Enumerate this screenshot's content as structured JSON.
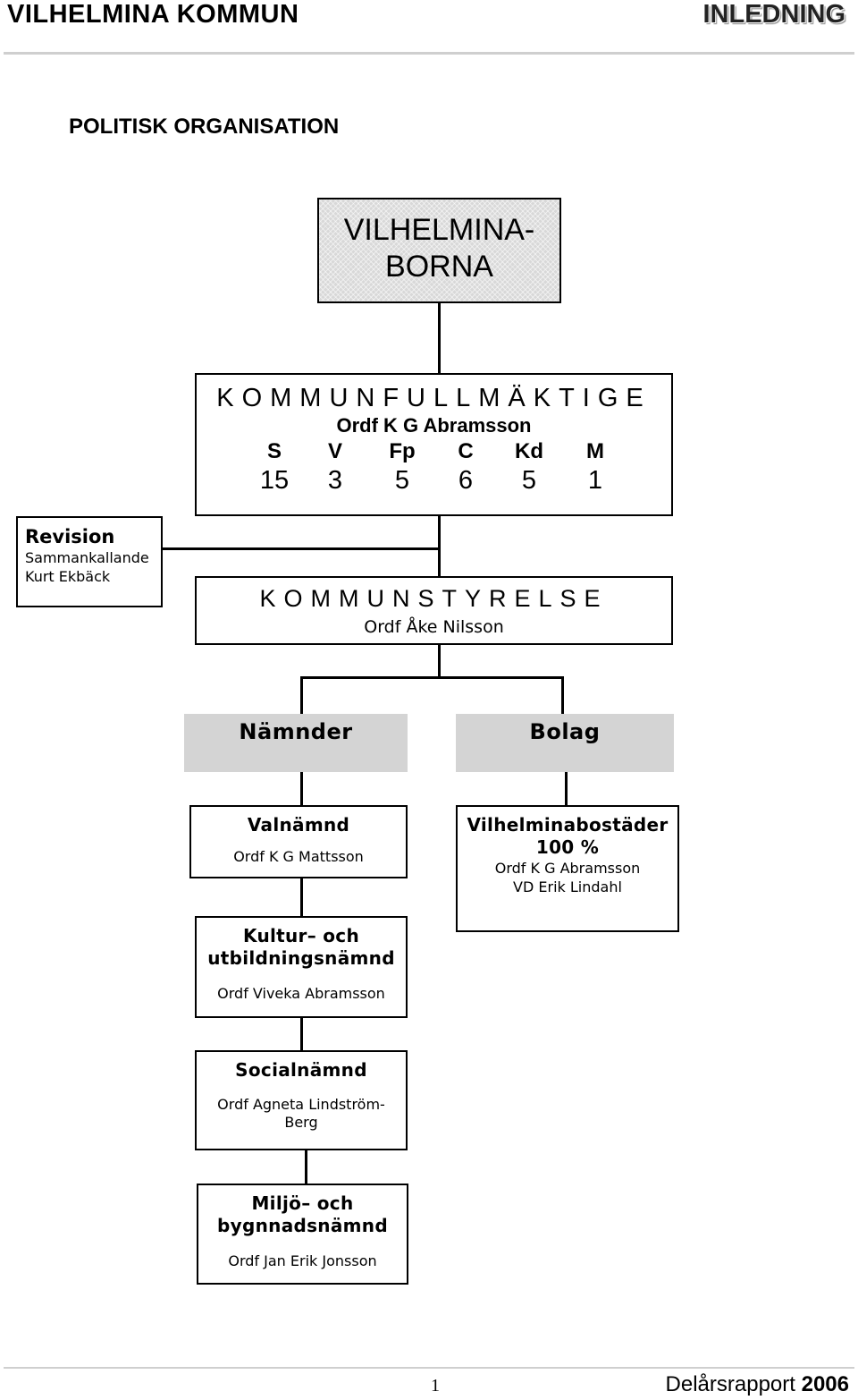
{
  "header": {
    "left": "VILHELMINA KOMMUN",
    "right": "INLEDNING"
  },
  "section_title": "POLITISK ORGANISATION",
  "chart": {
    "root": {
      "line1": "VILHELMINA-",
      "line2": "BORNA"
    },
    "fullmaktige": {
      "title": "KOMMUNFULLMÄKTIGE",
      "chair": "Ordf K G Abramsson",
      "parties": [
        {
          "name": "S",
          "seats": "15"
        },
        {
          "name": "V",
          "seats": "3"
        },
        {
          "name": "Fp",
          "seats": "5"
        },
        {
          "name": "C",
          "seats": "6"
        },
        {
          "name": "Kd",
          "seats": "5"
        },
        {
          "name": "M",
          "seats": "1"
        }
      ]
    },
    "revision": {
      "title": "Revision",
      "line1": "Sammankallande",
      "line2": "Kurt Ekbäck"
    },
    "styrelse": {
      "title": "KOMMUNSTYRELSE",
      "chair": "Ordf Åke Nilsson"
    },
    "namnder_label": "Nämnder",
    "bolag_label": "Bolag",
    "valnamnd": {
      "title": "Valnämnd",
      "chair": "Ordf K G Mattsson"
    },
    "kultur": {
      "title_line1": "Kultur– och",
      "title_line2": "utbildningsnämnd",
      "chair": "Ordf Viveka Abramsson"
    },
    "social": {
      "title": "Socialnämnd",
      "chair_line1": "Ordf Agneta Lindström-",
      "chair_line2": "Berg"
    },
    "miljo": {
      "title_line1": "Miljö– och",
      "title_line2": "bygnnadsnämnd",
      "chair": "Ordf Jan Erik Jonsson"
    },
    "bostader": {
      "title": "Vilhelminabostäder",
      "share": "100 %",
      "chair": "Ordf K G Abramsson",
      "ceo": "VD Erik Lindahl"
    }
  },
  "footer": {
    "page": "1",
    "report": "Delårsrapport",
    "year": "2006"
  }
}
